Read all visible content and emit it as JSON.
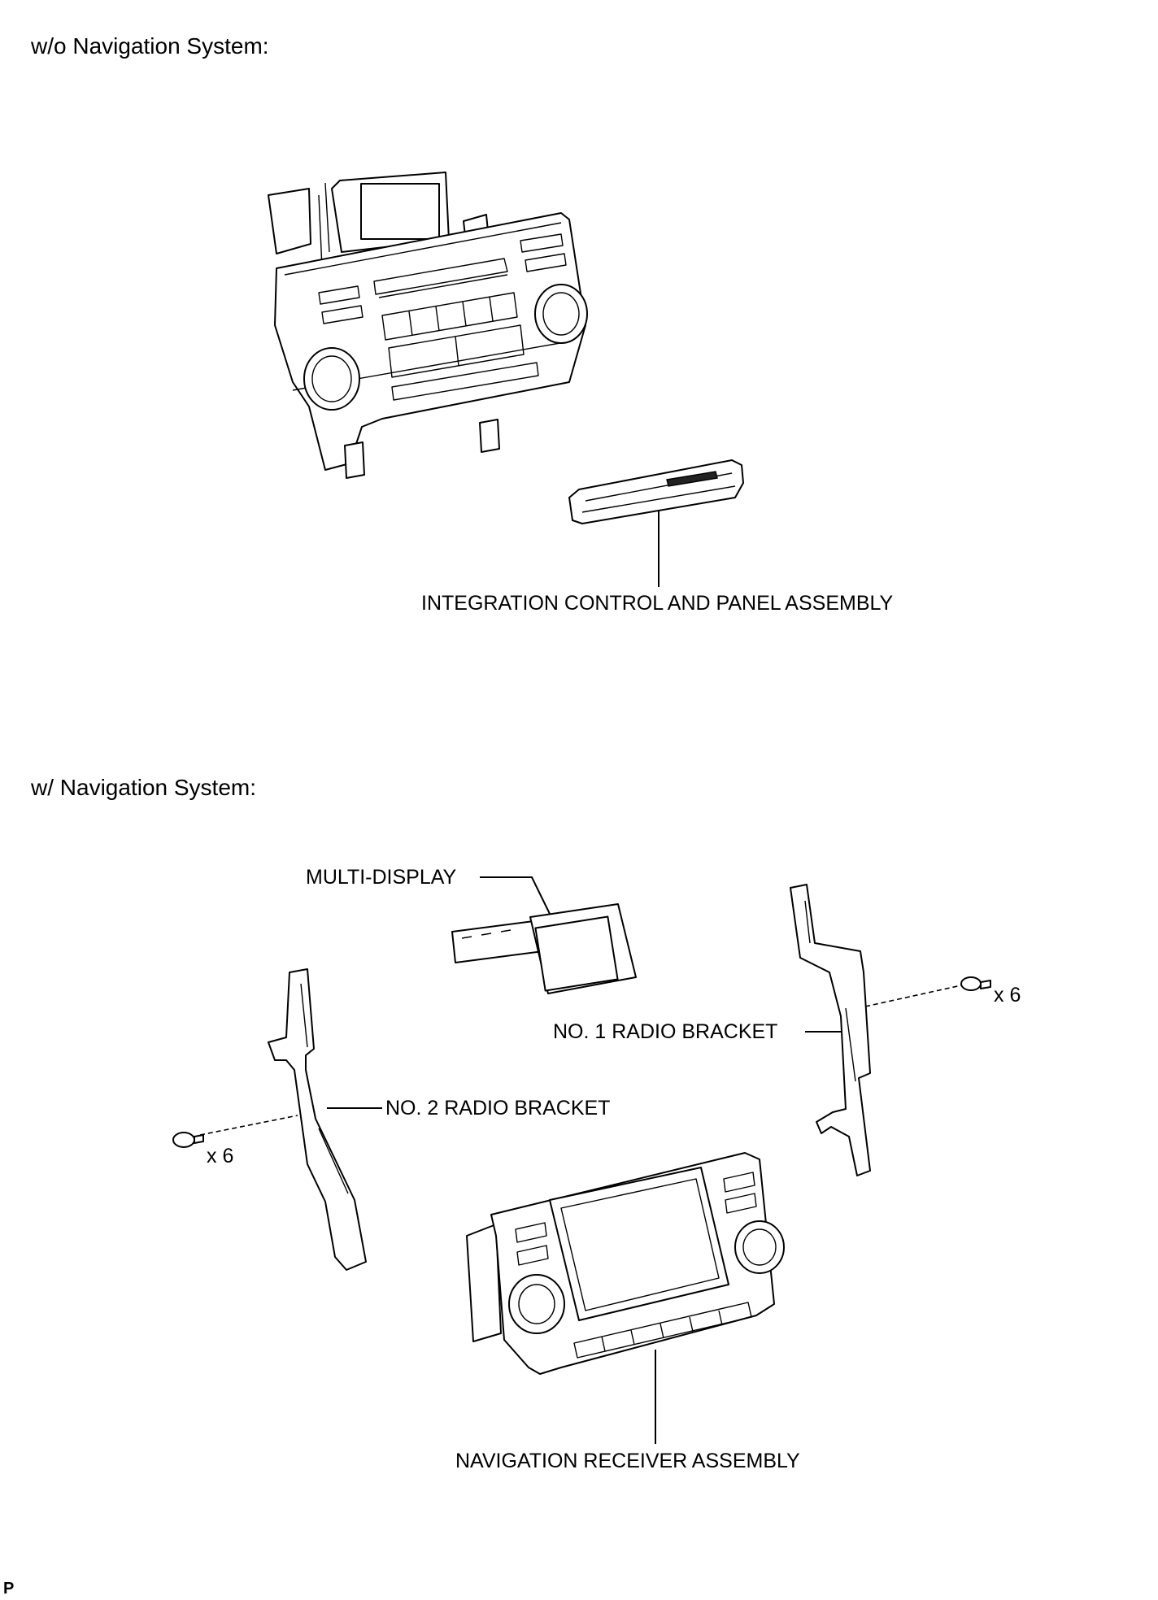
{
  "sections": {
    "without_nav": {
      "heading": "w/o Navigation System:",
      "callouts": {
        "panel": "INTEGRATION CONTROL AND PANEL ASSEMBLY"
      }
    },
    "with_nav": {
      "heading": "w/ Navigation System:",
      "callouts": {
        "multi_display": "MULTI-DISPLAY",
        "no1_bracket": "NO. 1 RADIO BRACKET",
        "no2_bracket": "NO. 2 RADIO BRACKET",
        "receiver": "NAVIGATION RECEIVER ASSEMBLY",
        "qty_right": "x 6",
        "qty_left": "x 6"
      }
    }
  },
  "footer_code": "P"
}
